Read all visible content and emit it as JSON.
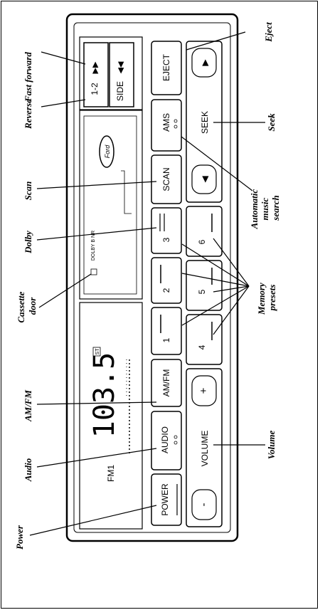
{
  "callouts": {
    "fast_forward": "Fast forward",
    "reverse": "Reverse",
    "scan": "Scan",
    "dolby": "Dolby",
    "cassette_door": "Cassette door",
    "am_fm": "AM/FM",
    "audio": "Audio",
    "power": "Power",
    "eject": "Eject",
    "seek": "Seek",
    "automatic_music_search": "Automatic music search",
    "memory_presets": "Memory presets",
    "volume": "Volume"
  },
  "buttons": {
    "eject": "EJECT",
    "ams": "AMS",
    "seek": "SEEK",
    "scan": "SCAN",
    "am_fm": "AM/FM",
    "audio": "AUDIO",
    "power": "POWER",
    "volume": "VOLUME",
    "volume_up": "+",
    "volume_down": "-",
    "side": "SIDE",
    "side_12": "1-2",
    "preset_1": "1",
    "preset_2": "2",
    "preset_3": "3",
    "preset_4": "4",
    "preset_5": "5",
    "preset_6": "6"
  },
  "display": {
    "band": "FM1",
    "frequency": "103.5",
    "stereo": "ST"
  },
  "cassette": {
    "dolby_label": "DOLBY B NR",
    "logo": "Ford"
  }
}
